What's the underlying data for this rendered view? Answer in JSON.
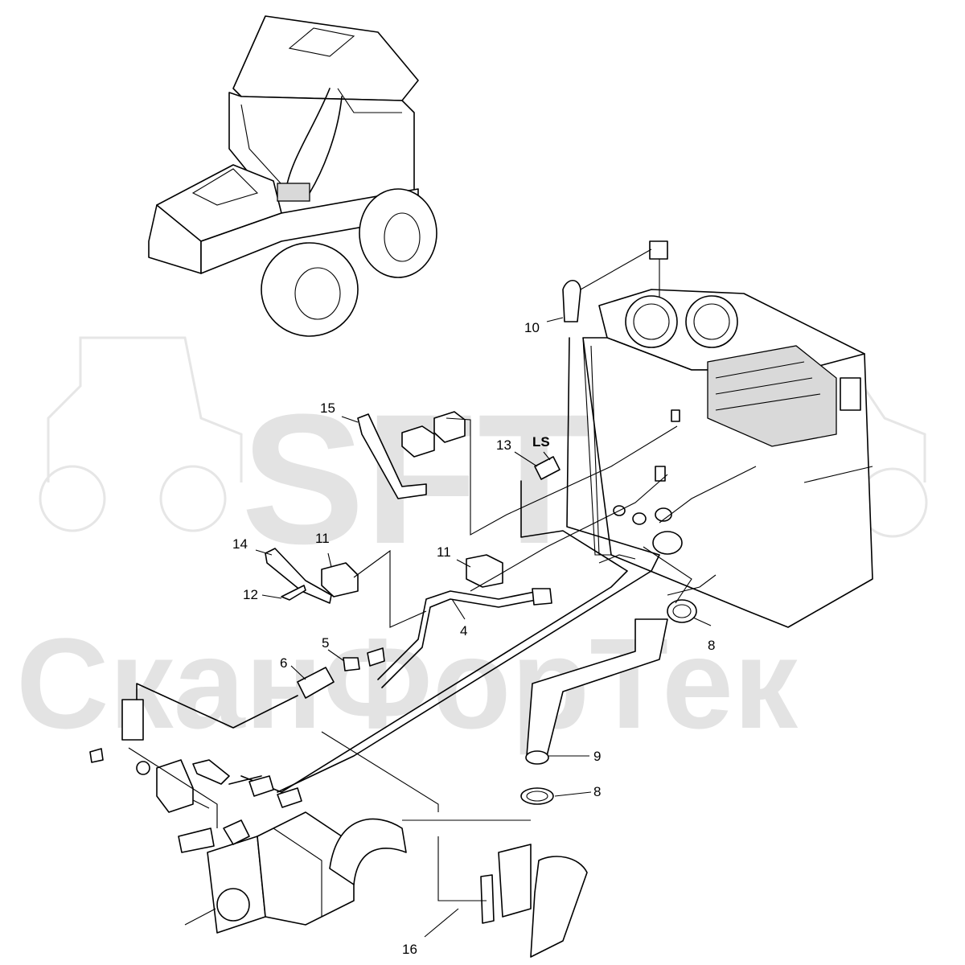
{
  "watermark": {
    "logo": "SFT",
    "company": "СканФорТек",
    "color": "#e3e3e3"
  },
  "callouts": [
    {
      "id": "c1",
      "text": "10"
    },
    {
      "id": "c2",
      "text": "15"
    },
    {
      "id": "c3",
      "text": "13"
    },
    {
      "id": "c4",
      "text": "LS"
    },
    {
      "id": "c5",
      "text": "14"
    },
    {
      "id": "c6",
      "text": "11"
    },
    {
      "id": "c7",
      "text": "11"
    },
    {
      "id": "c8",
      "text": "12"
    },
    {
      "id": "c9",
      "text": "4"
    },
    {
      "id": "c10",
      "text": "5"
    },
    {
      "id": "c11",
      "text": "6"
    },
    {
      "id": "c12",
      "text": "8"
    },
    {
      "id": "c13",
      "text": "9"
    },
    {
      "id": "c14",
      "text": "8"
    },
    {
      "id": "c15",
      "text": "16"
    }
  ],
  "colors": {
    "line": "#000000",
    "background": "#ffffff"
  }
}
